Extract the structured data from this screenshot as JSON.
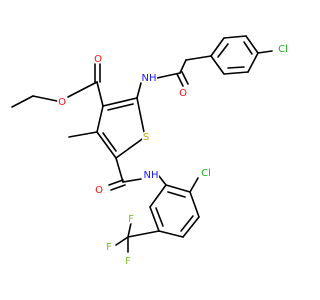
{
  "colors": {
    "bond": "#000000",
    "carbon": "#000000",
    "oxygen": "#ff0d0d",
    "nitrogen": "#1a1aff",
    "sulfur": "#c8a000",
    "chlorine": "#1fb51f",
    "fluorine": "#7fbf2a",
    "background": "#ffffff"
  },
  "atoms": {
    "o_ester_carbonyl": {
      "text": "O",
      "element": "oxygen"
    },
    "o_ester_ether": {
      "text": "O",
      "element": "oxygen"
    },
    "n_amide_top": {
      "text": "NH",
      "element": "nitrogen"
    },
    "h_amide_top": {
      "text": "H",
      "element": "nitrogen"
    },
    "o_amide_top": {
      "text": "O",
      "element": "oxygen"
    },
    "cl_top": {
      "text": "Cl",
      "element": "chlorine"
    },
    "s_thiophene": {
      "text": "S",
      "element": "sulfur"
    },
    "o_amide_bottom": {
      "text": "O",
      "element": "oxygen"
    },
    "n_amide_bottom": {
      "text": "NH",
      "element": "nitrogen"
    },
    "h_amide_bottom": {
      "text": "H",
      "element": "nitrogen"
    },
    "cl_bottom": {
      "text": "Cl",
      "element": "chlorine"
    },
    "f_1": {
      "text": "F",
      "element": "fluorine"
    },
    "f_2": {
      "text": "F",
      "element": "fluorine"
    },
    "f_3": {
      "text": "F",
      "element": "fluorine"
    }
  }
}
